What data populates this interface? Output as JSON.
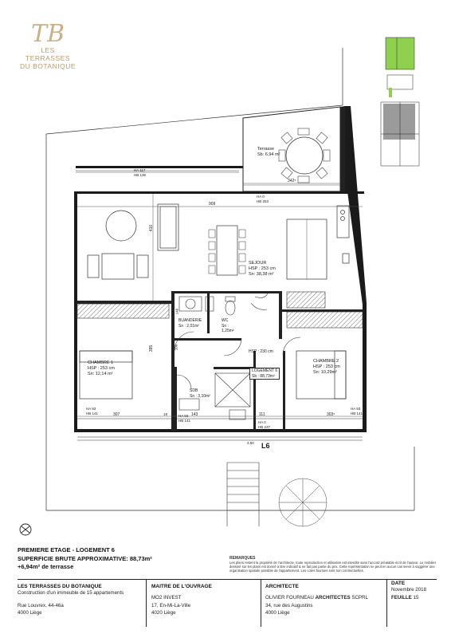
{
  "logo": {
    "monogram": "TB",
    "line1": "LES TERRASSES",
    "line2": "DU BOTANIQUE"
  },
  "plan_labels": {
    "terrasse": {
      "name": "Terrasse",
      "area": "Sb: 6,94 m²"
    },
    "sejour": {
      "name": "SEJOUR",
      "hsp": "HSP : 253 cm",
      "area": "Sn: 38,38 m²"
    },
    "buanderie": {
      "name": "BUANDERIE",
      "area": "Sn : 2,01m²"
    },
    "wc": {
      "name": "WC",
      "hsp": "Sn :",
      "area": "1,25m²"
    },
    "chambre1": {
      "name": "CHAMBRE 1",
      "hsp": "HSP : 253 cm",
      "area": "Sn: 12,14 m²"
    },
    "chambre2": {
      "name": "CHAMBRE 2",
      "hsp": "HSP : 253 cm",
      "area": "Sn: 10,29m²"
    },
    "sdb": {
      "name": "SDB",
      "area": "Sn : 3,10m²"
    },
    "logement": {
      "name": "LOGEMENT 6",
      "area": "Sb : 88,73m²"
    },
    "hall_hsp": "HSP : 230 cm",
    "unit_tag": "L6",
    "stair_level": "3.50",
    "dims": {
      "d909": "909",
      "d342": "342⁵",
      "d410": "410",
      "d307": "307",
      "d303": "303⁵",
      "d143": "143",
      "d111": "111",
      "d395": "395",
      "d146": "146",
      "d100": "100",
      "d19": "19"
    },
    "heights": {
      "ha117": "HA 117",
      "hb136": "HB 136",
      "ha0": "HA 0",
      "hb253": "HB 253",
      "ha93a": "HA 93",
      "hb141a": "HB 141",
      "ha93b": "HA 93",
      "hb141b": "HB 141",
      "ha93c": "HA 93",
      "hb141c": "HB 141",
      "ha0b": "HA 0",
      "hb237": "HB 237"
    }
  },
  "title_block": {
    "line1": "PREMIERE ETAGE - LOGEMENT 6",
    "line2": "SUPERFICIE BRUTE APPROXIMATIVE: 88,73m²",
    "line3": "+6,94m² de terrasse"
  },
  "remarks": {
    "heading": "REMARQUES",
    "text": "Les plans restent la propriété de l'architecte, toute reproduction et utilisation est interdite sans l'accord préalable écrit de l'auteur. Le mobilier dessiné sur les plans est donné à titre indicatif & ne fait pas partie du prix. Cette représentation ne peut en aucun cas servir à suggérer une organisation spatiale possible de l'appartement. Les cotes fournies sont non contractuelles."
  },
  "footer": {
    "project": {
      "name": "LES TERRASSES DU BOTANIQUE",
      "desc": "Construction d'un immeuble de 15 appartements",
      "address": "Rue Louvrex, 44-46a",
      "city": "4000 Liège"
    },
    "owner": {
      "heading": "MAITRE DE L'OUVRAGE",
      "name": "MO2 INVEST",
      "address": "17, En-Mi-La-Ville",
      "city": "4020 Liège"
    },
    "architect": {
      "heading": "ARCHITECTE",
      "name_regular": "OLIVIER FOURNEAU ",
      "name_bold": "ARCHITECTES",
      "name_suffix": " SCPRL",
      "address": "34, rue des Augustins",
      "city": "4000 Liège"
    },
    "date": {
      "heading": "DATE",
      "value": "Novembre 2018",
      "sheet_label": "FEUILLE",
      "sheet_value": "15"
    }
  },
  "colors": {
    "highlight": "#8fd14f",
    "logo_gold": "#c9b185",
    "wall": "#1a1a1a"
  },
  "icons": {
    "north": "north-arrow-icon"
  }
}
